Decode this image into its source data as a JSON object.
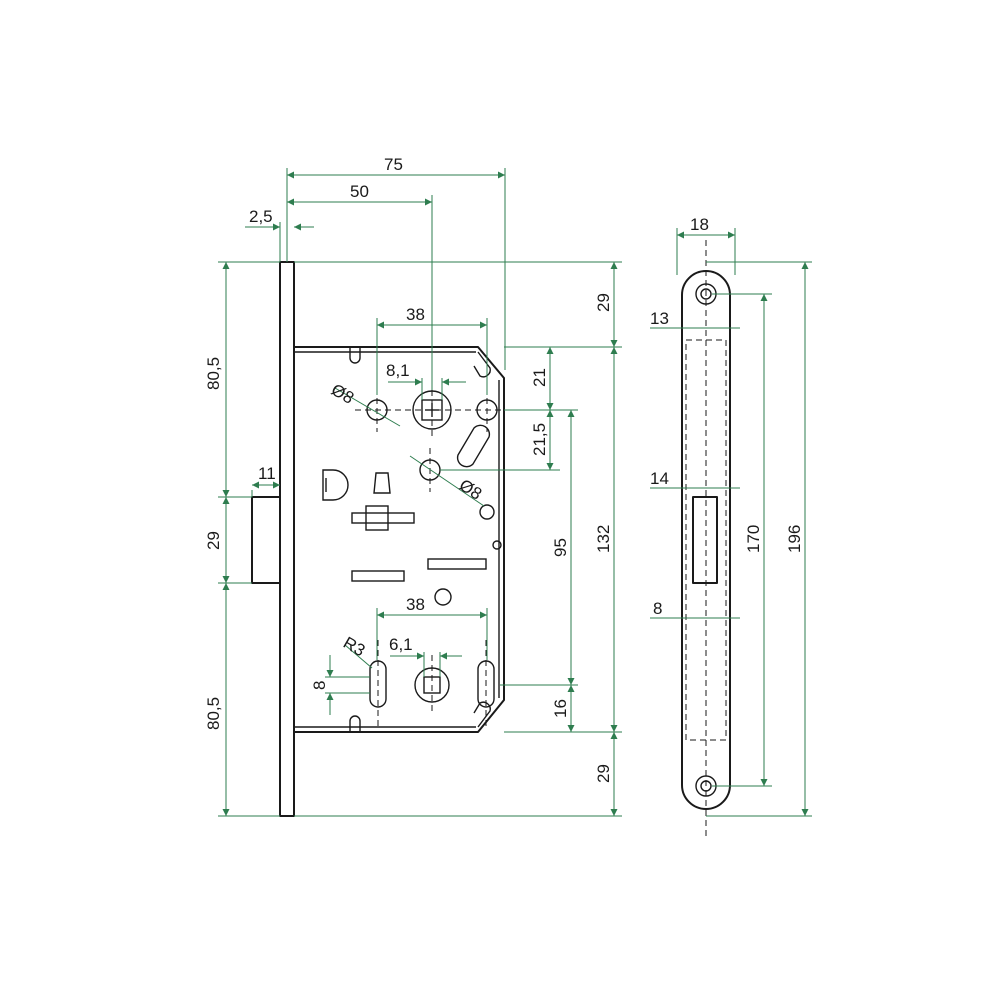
{
  "drawing": {
    "lock_body": {
      "width_total": "75",
      "backset": "50",
      "faceplate_thickness": "2,5",
      "upper_holes_spacing": "38",
      "handle_square": "8,1",
      "upper_hole_dia": "Ø8",
      "mid_hole_dia": "Ø8",
      "lower_spacing": "38",
      "lower_square": "6,1",
      "slot_radius": "R3",
      "slot_width": "8",
      "latch_projection": "11",
      "top_offset": "80,5",
      "latch_height": "29",
      "bottom_offset": "80,5",
      "top_margin": "29",
      "bottom_margin": "29",
      "upper_vertical": "21",
      "mid_vertical": "21,5",
      "axis_distance": "95",
      "body_height": "132",
      "lower_vertical": "16"
    },
    "strike_plate": {
      "width": "18",
      "inner_offset": "13",
      "latch_opening": "14",
      "lower_opening": "8",
      "hole_spacing": "170",
      "total_length": "196"
    }
  }
}
